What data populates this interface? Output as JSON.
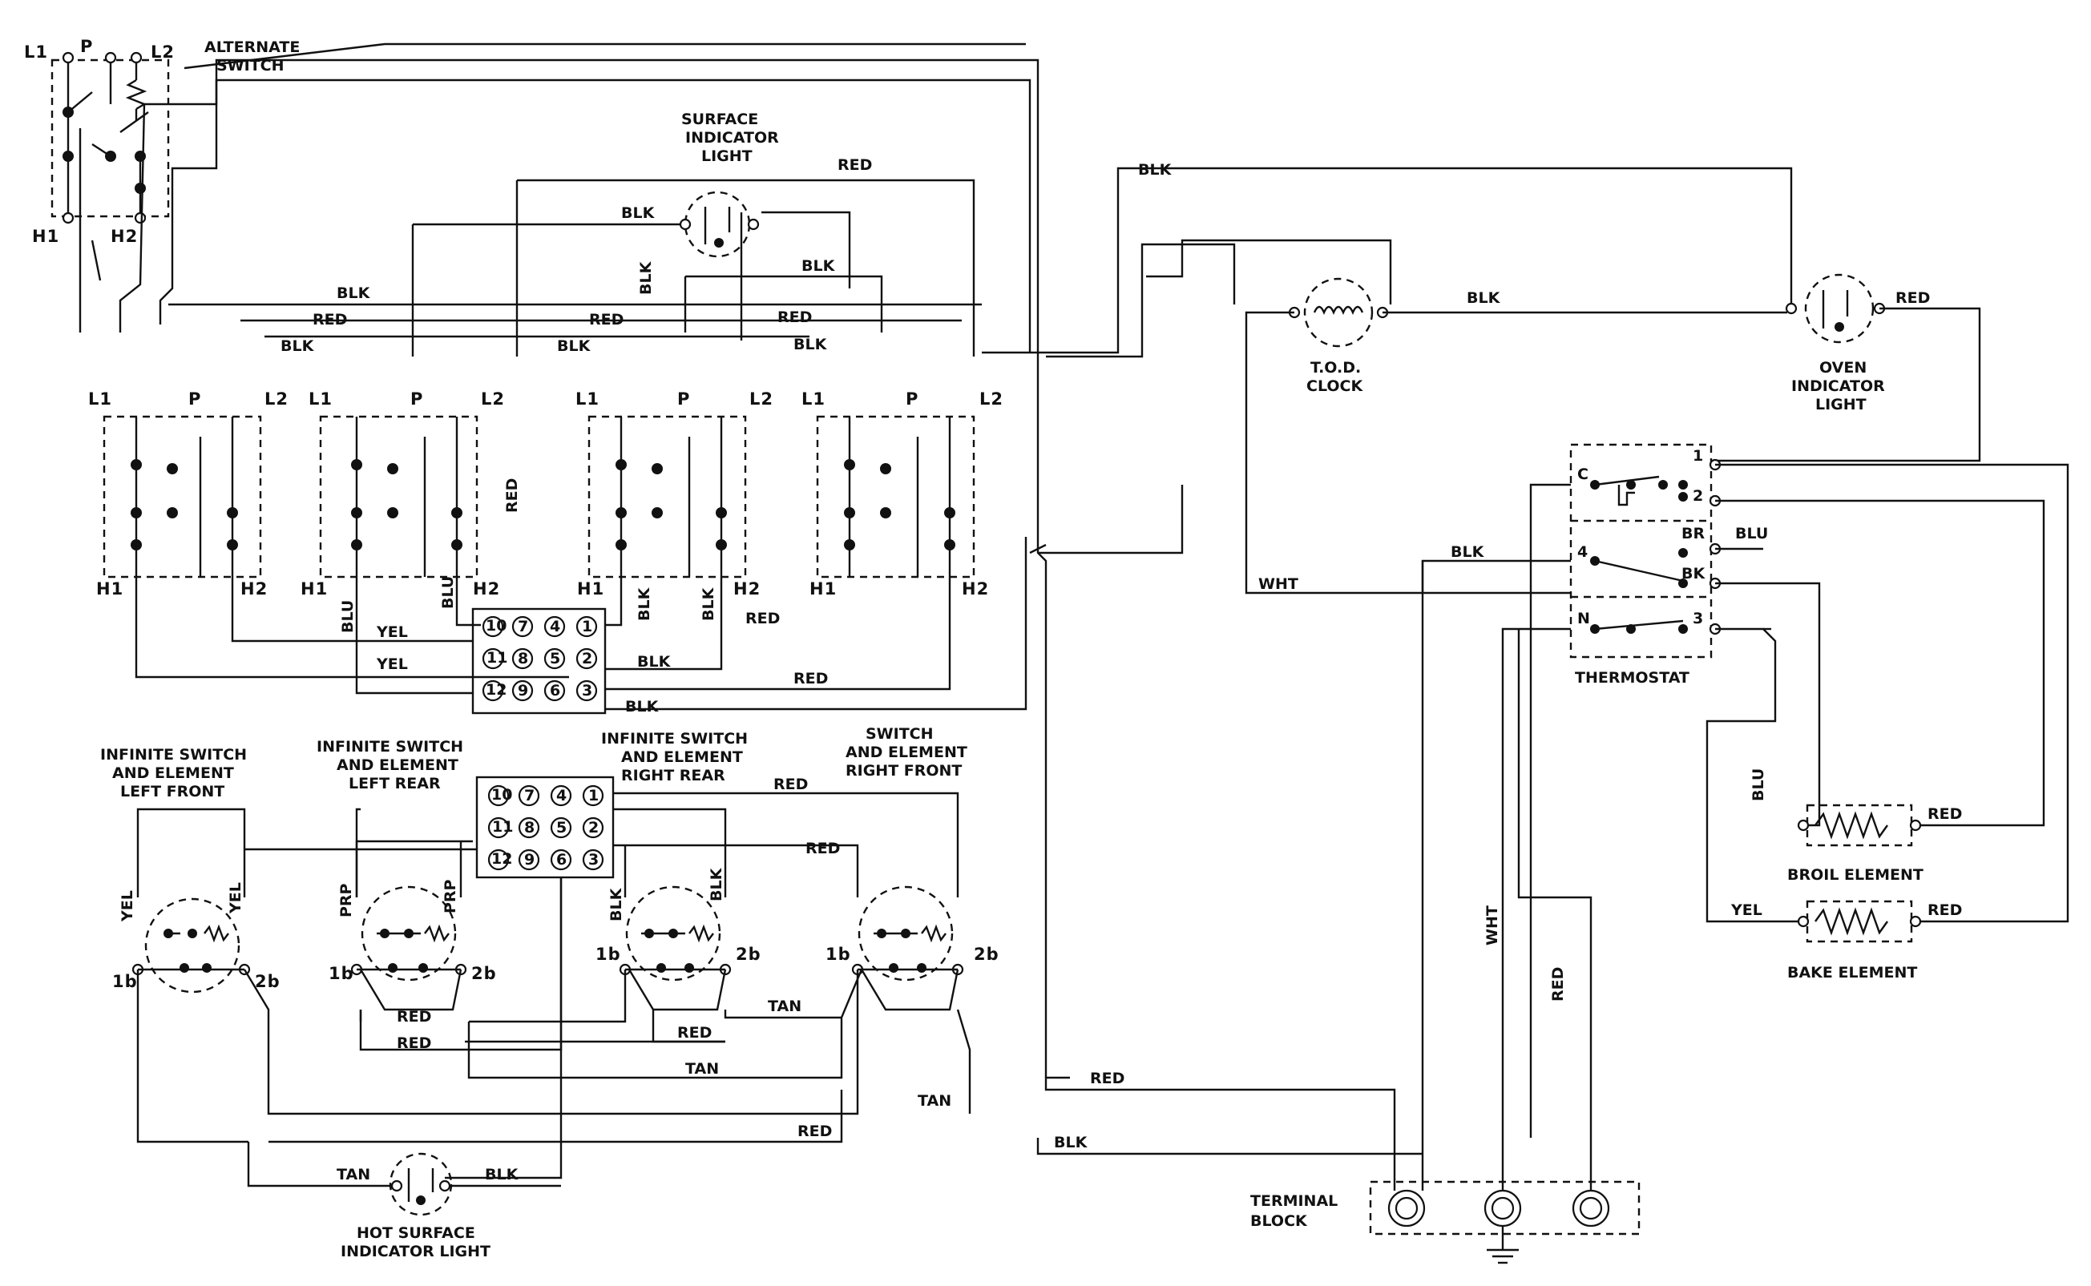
{
  "labels": {
    "alt_l1": "L1",
    "alt_p": "P",
    "alt_l2": "L2",
    "alt_h1": "H1",
    "alt_h2": "H2",
    "alt_switch_1": "ALTERNATE",
    "alt_switch_2": "SWITCH",
    "surf_ind_1": "SURFACE",
    "surf_ind_2": "INDICATOR",
    "surf_ind_3": "LIGHT",
    "tod_1": "T.O.D.",
    "tod_2": "CLOCK",
    "oven_ind_1": "OVEN",
    "oven_ind_2": "INDICATOR",
    "oven_ind_3": "LIGHT",
    "thermostat": "THERMOSTAT",
    "broil": "BROIL ELEMENT",
    "bake": "BAKE ELEMENT",
    "terminal_1": "TERMINAL",
    "terminal_2": "BLOCK",
    "hot_surf_1": "HOT SURFACE",
    "hot_surf_2": "INDICATOR LIGHT",
    "inf_lf_1": "INFINITE SWITCH",
    "inf_lf_2": "AND ELEMENT",
    "inf_lf_3": "LEFT FRONT",
    "inf_lr_1": "INFINITE SWITCH",
    "inf_lr_2": "AND ELEMENT",
    "inf_lr_3": "LEFT REAR",
    "inf_rr_1": "INFINITE SWITCH",
    "inf_rr_2": "AND ELEMENT",
    "inf_rr_3": "RIGHT REAR",
    "sw_rf_1": "SWITCH",
    "sw_rf_2": "AND ELEMENT",
    "sw_rf_3": "RIGHT FRONT",
    "l1": "L1",
    "p": "P",
    "l2": "L2",
    "h1": "H1",
    "h2": "H2",
    "t_c": "C",
    "t_1": "1",
    "t_2": "2",
    "t_4": "4",
    "t_br": "BR",
    "t_bk": "BK",
    "t_n": "N",
    "t_3": "3",
    "b1": "1b",
    "b2": "2b"
  },
  "wire_colors": {
    "blk": "BLK",
    "red": "RED",
    "blu": "BLU",
    "yel": "YEL",
    "wht": "WHT",
    "tan": "TAN",
    "prp": "PRP"
  },
  "connector_pins": [
    "10",
    "7",
    "4",
    "1",
    "11",
    "8",
    "5",
    "2",
    "12",
    "9",
    "6",
    "3"
  ]
}
